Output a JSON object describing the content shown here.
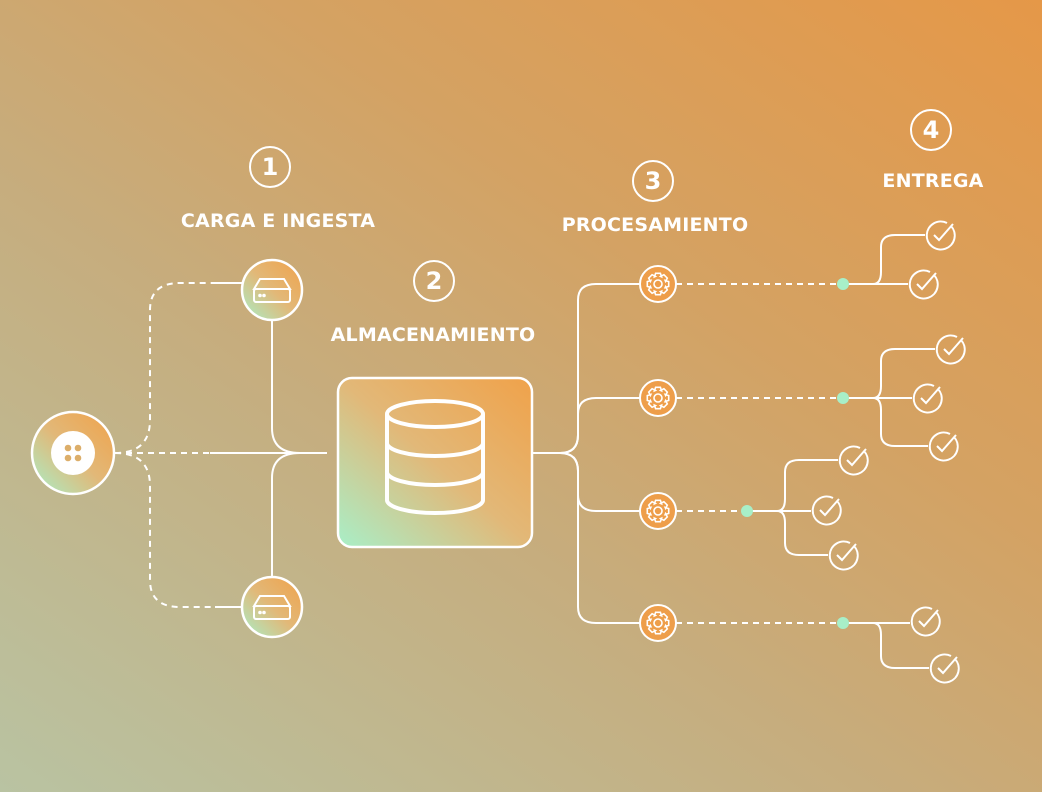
{
  "stages": [
    {
      "number": "1",
      "label": "CARGA E INGESTA"
    },
    {
      "number": "2",
      "label": "ALMACENAMIENTO"
    },
    {
      "number": "3",
      "label": "PROCESAMIENTO"
    },
    {
      "number": "4",
      "label": "ENTREGA"
    }
  ],
  "icons": {
    "source": "app-grid-icon",
    "ingest": "server-drive-icon",
    "storage": "database-icon",
    "process": "gear-icon",
    "delivery": "check-circle-icon"
  },
  "delivery_branches": [
    2,
    3,
    3,
    2
  ],
  "colors": {
    "orange": "#ee9e4a",
    "mint": "#a8efc8",
    "line": "#ffffff"
  }
}
